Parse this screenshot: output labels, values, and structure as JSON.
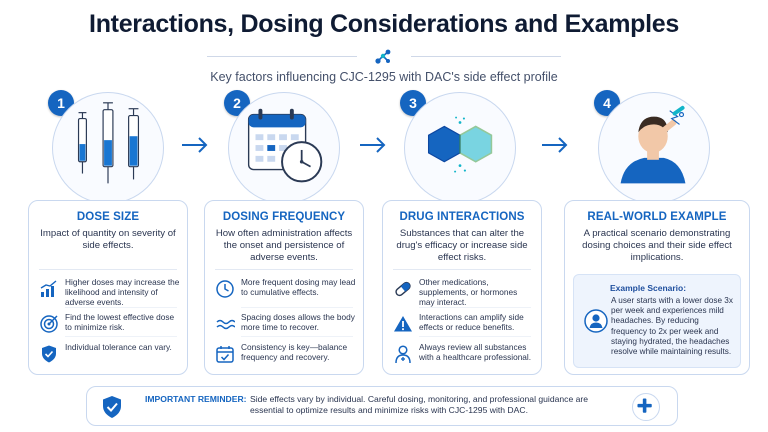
{
  "header": {
    "title": "Interactions, Dosing Considerations and Examples",
    "subtitle": "Key factors influencing CJC-1295 with DAC's side effect profile",
    "icon": "molecule-icon"
  },
  "colors": {
    "accent": "#1565c0",
    "border": "#c9d8ef",
    "cyan": "#12b5c9",
    "green": "#43a047"
  },
  "steps": [
    {
      "number": "1",
      "icon": "syringes-icon",
      "title": "DOSE SIZE",
      "description": "Impact of quantity on severity of side effects.",
      "items": [
        {
          "icon": "bar-chart-icon",
          "text": "Higher doses may increase the likelihood and intensity of adverse events."
        },
        {
          "icon": "target-icon",
          "text": "Find the lowest effective dose to minimize risk."
        },
        {
          "icon": "shield-icon",
          "text": "Individual tolerance can vary."
        }
      ]
    },
    {
      "number": "2",
      "icon": "calendar-clock-icon",
      "title": "DOSING FREQUENCY",
      "description": "How often administration affects the onset and persistence of adverse events.",
      "items": [
        {
          "icon": "clock-icon",
          "text": "More frequent dosing may lead to cumulative effects."
        },
        {
          "icon": "wave-icon",
          "text": "Spacing doses allows the body more time to recover."
        },
        {
          "icon": "calendar-check-icon",
          "text": "Consistency is key—balance frequency and recovery."
        }
      ]
    },
    {
      "number": "3",
      "icon": "hexagons-icon",
      "title": "DRUG INTERACTIONS",
      "description": "Substances that can alter the drug's efficacy or increase side effect risks.",
      "items": [
        {
          "icon": "pill-icon",
          "text": "Other medications, supplements, or hormones may interact."
        },
        {
          "icon": "warning-icon",
          "text": "Interactions can amplify side effects or reduce benefits."
        },
        {
          "icon": "doctor-icon",
          "text": "Always review all substances with a healthcare professional."
        }
      ]
    },
    {
      "number": "4",
      "icon": "person-headache-icon",
      "title": "REAL-WORLD EXAMPLE",
      "description": "A practical scenario demonstrating dosing choices and their side effect implications.",
      "scenario_title": "Example Scenario:",
      "scenario_icon": "user-icon",
      "scenario_text": "A user starts with a lower dose 3x per week and experiences mild headaches. By reducing frequency to 2x per week and staying hydrated, the headaches resolve while maintaining results."
    }
  ],
  "reminder": {
    "label": "IMPORTANT REMINDER:",
    "text": "Side effects vary by individual. Careful dosing, monitoring, and professional guidance are essential to optimize results and minimize risks with CJC-1295 with DAC.",
    "left_icon": "shield-check-icon",
    "right_icon": "medical-cross-icon"
  }
}
